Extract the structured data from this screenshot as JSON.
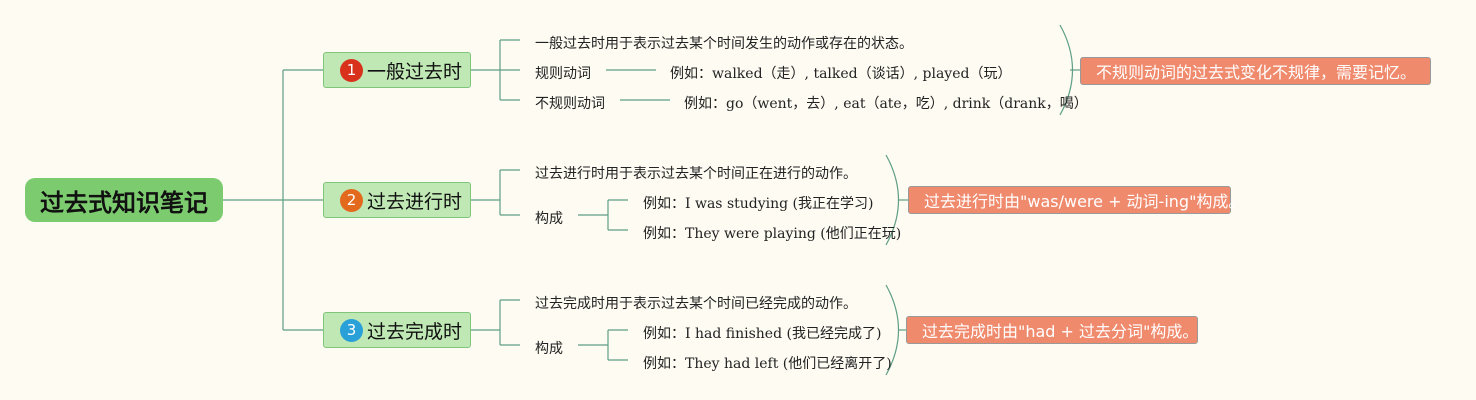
{
  "root": {
    "title": "过去式知识笔记"
  },
  "branches": [
    {
      "number": "1",
      "badge_color": "#d8321d",
      "title": "一般过去时",
      "definition": "一般过去时用于表示过去某个时间发生的动作或存在的状态。",
      "regular_label": "规则动词",
      "regular_example": "例如：walked（走）, talked（谈话）, played（玩）",
      "irregular_label": "不规则动词",
      "irregular_example": "例如：go（went，去）, eat（ate，吃）, drink（drank，喝）",
      "note": "不规则动词的过去式变化不规律，需要记忆。"
    },
    {
      "number": "2",
      "badge_color": "#e36a1d",
      "title": "过去进行时",
      "definition": "过去进行时用于表示过去某个时间正在进行的动作。",
      "structure_label": "构成",
      "example_1": "例如：I was studying (我正在学习)",
      "example_2": "例如：They were playing (他们正在玩)",
      "note": "过去进行时由\"was/were + 动词-ing\"构成。"
    },
    {
      "number": "3",
      "badge_color": "#2aa0d8",
      "title": "过去完成时",
      "definition": "过去完成时用于表示过去某个时间已经完成的动作。",
      "structure_label": "构成",
      "example_1": "例如：I had finished (我已经完成了)",
      "example_2": "例如：They had left (他们已经离开了)",
      "note": "过去完成时由\"had + 过去分词\"构成。"
    }
  ],
  "colors": {
    "line": "#5f9e86",
    "note_bg": "#f08a6d",
    "root_bg": "#7ccc6f",
    "branch_bg": "#bfe8b4"
  }
}
